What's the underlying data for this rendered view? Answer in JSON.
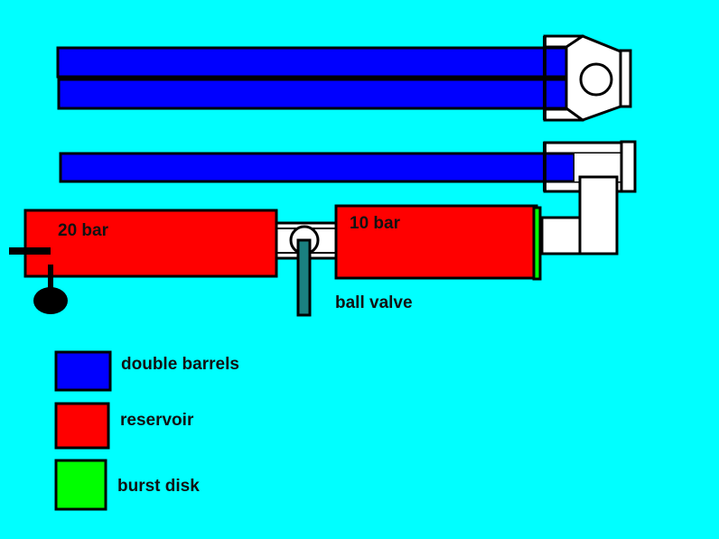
{
  "labels": {
    "reservoir_left": "20 bar",
    "reservoir_right": "10 bar",
    "valve": "ball valve"
  },
  "legend": [
    {
      "label": "double barrels",
      "color": "#0000ff"
    },
    {
      "label": "reservoir",
      "color": "#ff0000"
    },
    {
      "label": "burst disk",
      "color": "#00ff00"
    }
  ],
  "colors": {
    "background": "#00ffff",
    "barrel": "#0000ff",
    "reservoir": "#ff0000",
    "burst_disk": "#00ff00",
    "handle": "#1a8080",
    "fitting": "#ffffff"
  }
}
